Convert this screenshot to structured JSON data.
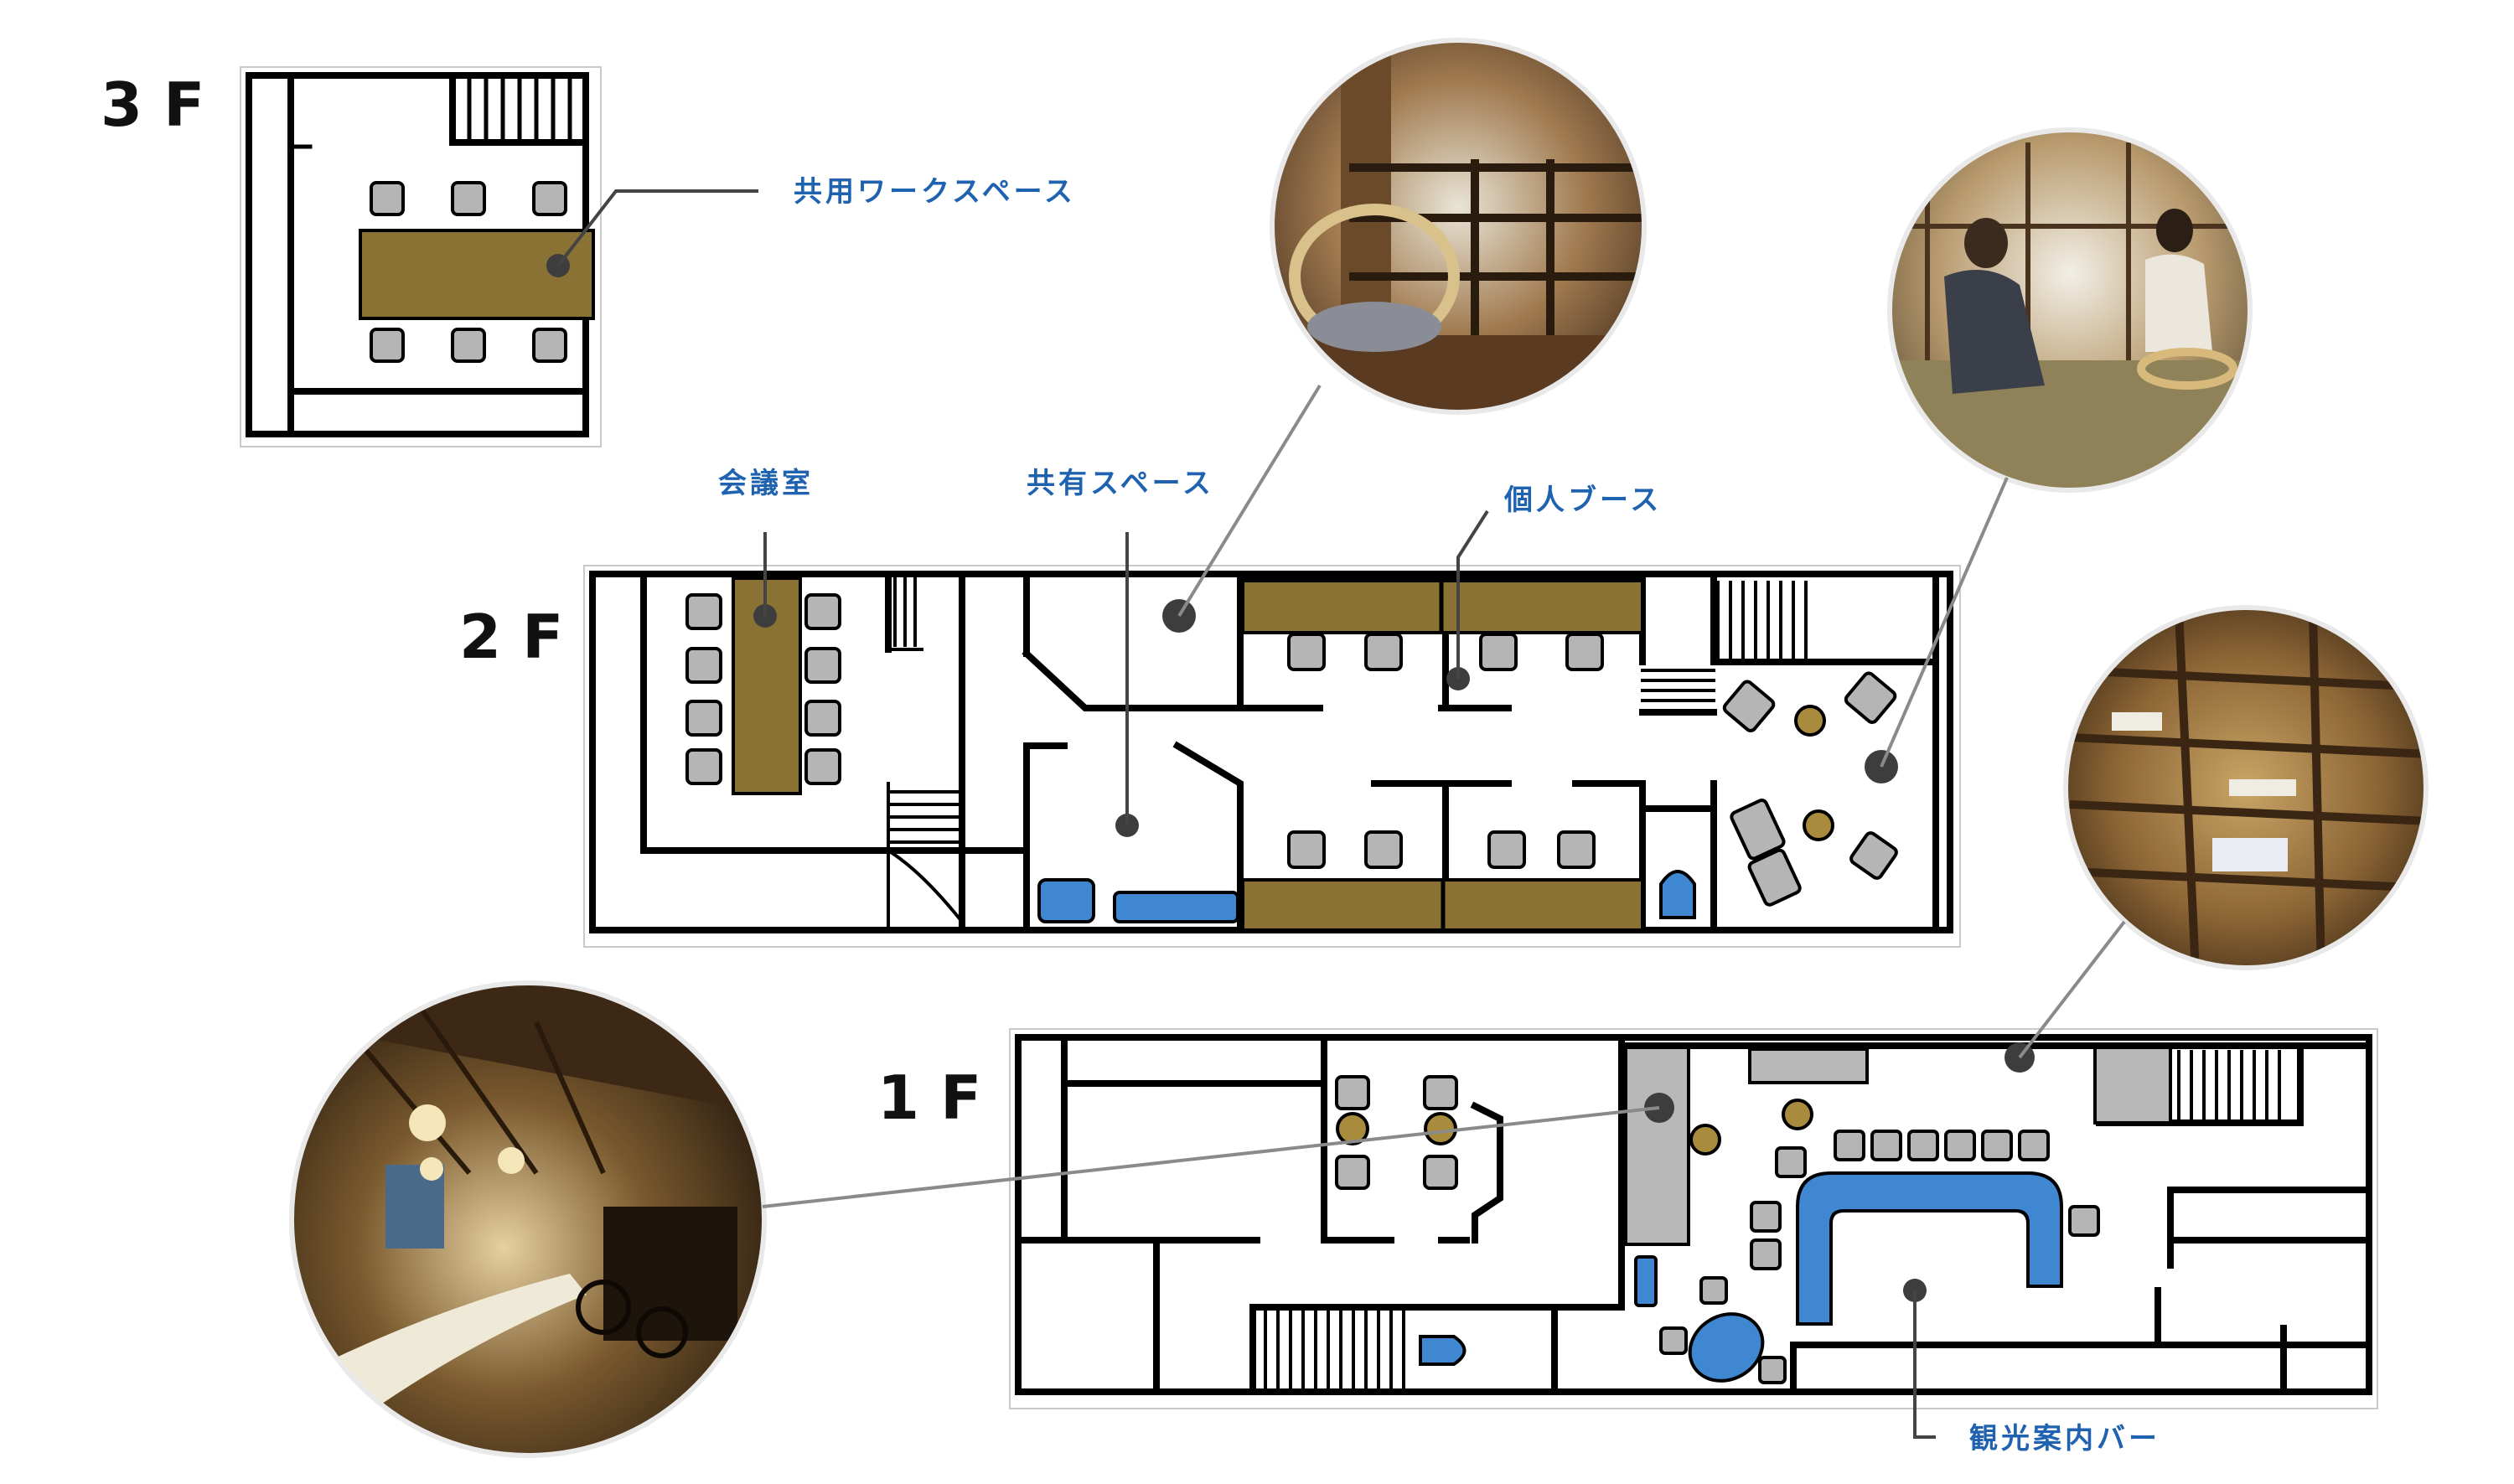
{
  "floors": {
    "f3": {
      "label": "3 F"
    },
    "f2": {
      "label": "2 F"
    },
    "f1": {
      "label": "1 F"
    }
  },
  "callouts": {
    "coworking": "共用ワークスペース",
    "meeting": "会議室",
    "shared": "共有スペース",
    "booth": "個人ブース",
    "tourist_bar": "観光案内バー"
  },
  "photos": [
    {
      "name": "balcony-chair-photo",
      "scene": "wooden balcony with rattan chair"
    },
    {
      "name": "meeting-people-photo",
      "scene": "two people talking in rattan chairs"
    },
    {
      "name": "shop-shelves-photo",
      "scene": "wooden shelves with goods"
    },
    {
      "name": "bar-interior-photo",
      "scene": "bar counter interior with pendant lights"
    }
  ],
  "colors": {
    "desk": "#8a7235",
    "accent_blue": "#3f87d0",
    "label_blue": "#1f63b0",
    "chair_gray": "#b5b5b5"
  }
}
